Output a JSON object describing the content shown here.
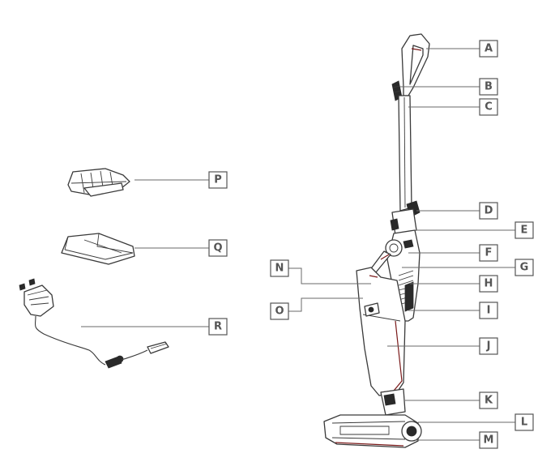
{
  "labels": {
    "A": "A",
    "B": "B",
    "C": "C",
    "D": "D",
    "E": "E",
    "F": "F",
    "G": "G",
    "H": "H",
    "I": "I",
    "J": "J",
    "K": "K",
    "L": "L",
    "M": "M",
    "N": "N",
    "O": "O",
    "P": "P",
    "Q": "Q",
    "R": "R"
  }
}
